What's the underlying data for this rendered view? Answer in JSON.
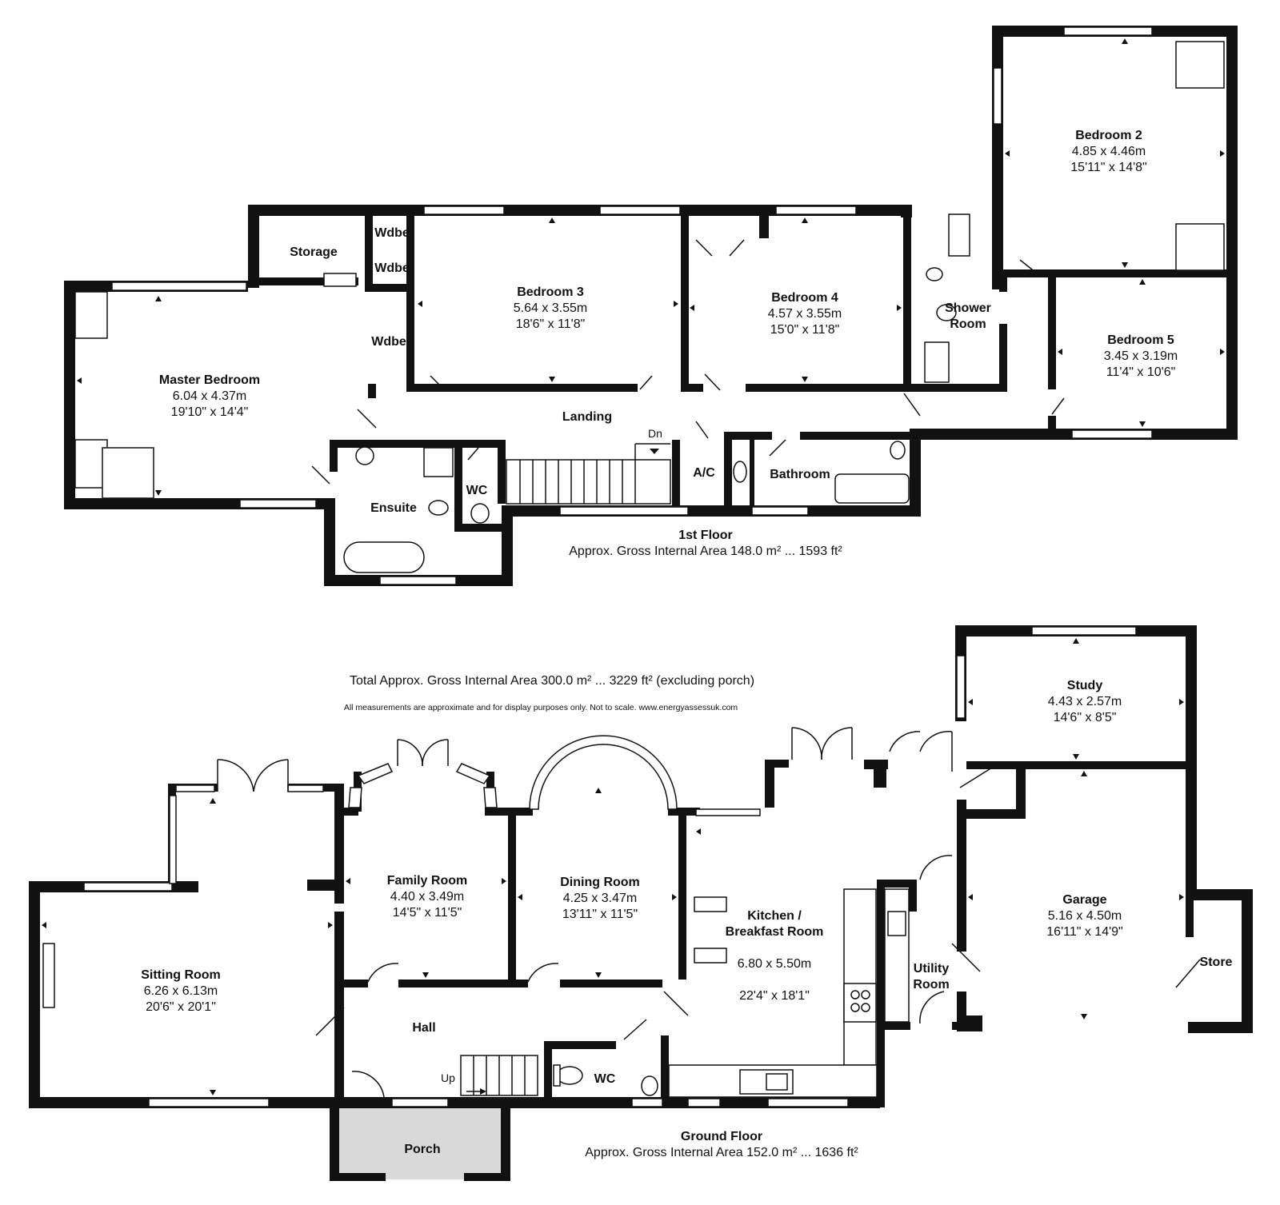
{
  "first_floor": {
    "title": "1st Floor",
    "area": "Approx. Gross Internal Area 148.0 m² ... 1593 ft²",
    "rooms": {
      "storage": {
        "name": "Storage"
      },
      "wdbe_1": {
        "name": "Wdbe"
      },
      "wdbe_2": {
        "name": "Wdbe"
      },
      "wdbe_3": {
        "name": "Wdbe"
      },
      "master_bedroom": {
        "name": "Master Bedroom",
        "metric": "6.04 x 4.37m",
        "imperial": "19'10\" x 14'4\""
      },
      "bedroom_3": {
        "name": "Bedroom 3",
        "metric": "5.64 x 3.55m",
        "imperial": "18'6\" x 11'8\""
      },
      "bedroom_4": {
        "name": "Bedroom 4",
        "metric": "4.57 x 3.55m",
        "imperial": "15'0\" x 11'8\""
      },
      "shower_room": {
        "name": "Shower\nRoom"
      },
      "bedroom_2": {
        "name": "Bedroom 2",
        "metric": "4.85 x 4.46m",
        "imperial": "15'11\" x 14'8\""
      },
      "bedroom_5": {
        "name": "Bedroom 5",
        "metric": "3.45 x 3.19m",
        "imperial": "11'4\" x 10'6\""
      },
      "landing": {
        "name": "Landing"
      },
      "ensuite": {
        "name": "Ensuite"
      },
      "wc": {
        "name": "WC"
      },
      "ac": {
        "name": "A/C"
      },
      "bathroom": {
        "name": "Bathroom"
      }
    },
    "stair_label": "Dn"
  },
  "notes": {
    "total": "Total Approx. Gross Internal Area 300.0 m² ... 3229 ft² (excluding porch)",
    "disclaimer": "All measurements are approximate and for display purposes only. Not to scale. www.energyassessuk.com"
  },
  "ground_floor": {
    "title": "Ground Floor",
    "area": "Approx. Gross Internal Area 152.0 m² ... 1636 ft²",
    "rooms": {
      "study": {
        "name": "Study",
        "metric": "4.43 x 2.57m",
        "imperial": "14'6\" x 8'5\""
      },
      "sitting_room": {
        "name": "Sitting Room",
        "metric": "6.26 x 6.13m",
        "imperial": "20'6\" x 20'1\""
      },
      "family_room": {
        "name": "Family Room",
        "metric": "4.40 x 3.49m",
        "imperial": "14'5\" x 11'5\""
      },
      "dining_room": {
        "name": "Dining Room",
        "metric": "4.25 x 3.47m",
        "imperial": "13'11\" x 11'5\""
      },
      "kitchen": {
        "name": "Kitchen /\nBreakfast Room",
        "metric": "6.80 x 5.50m",
        "imperial": "22'4\" x 18'1\""
      },
      "utility_room": {
        "name": "Utility\nRoom"
      },
      "garage": {
        "name": "Garage",
        "metric": "5.16 x 4.50m",
        "imperial": "16'11\" x 14'9\""
      },
      "store": {
        "name": "Store"
      },
      "hall": {
        "name": "Hall"
      },
      "wc": {
        "name": "WC"
      },
      "porch": {
        "name": "Porch"
      }
    },
    "stair_label": "Up"
  },
  "colors": {
    "wall": "#111111",
    "porch_fill": "#d9d9d9",
    "background": "#ffffff"
  }
}
